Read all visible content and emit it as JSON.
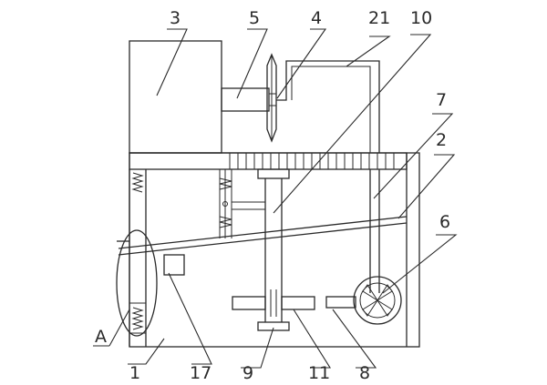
{
  "labels": {
    "p1": "1",
    "p2": "2",
    "p3": "3",
    "p4": "4",
    "p5": "5",
    "p6": "6",
    "p7": "7",
    "p8": "8",
    "p9": "9",
    "p10": "10",
    "p11": "11",
    "p17": "17",
    "p21": "21",
    "pA": "A"
  },
  "colors": {
    "line": "#2a2a2a",
    "background": "#ffffff"
  }
}
